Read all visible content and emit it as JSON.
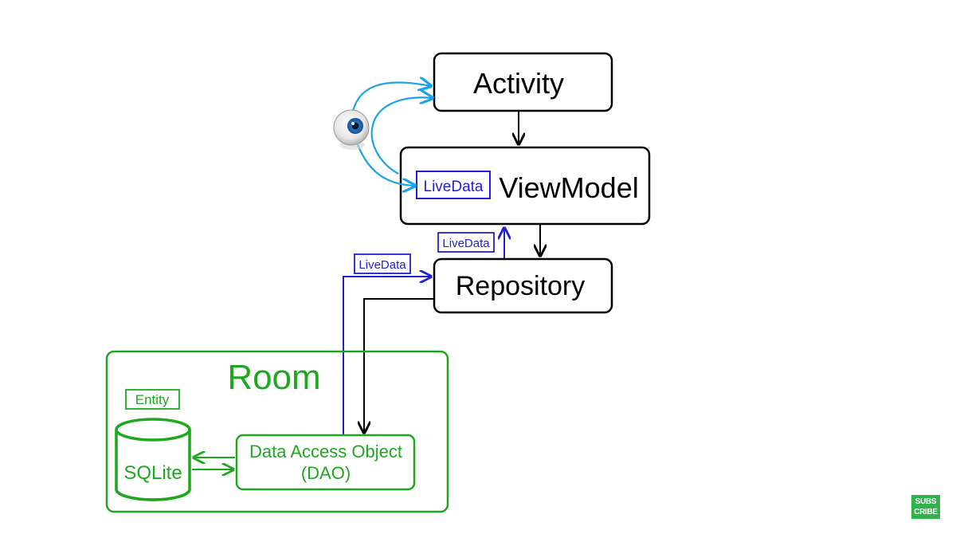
{
  "diagram": {
    "activity_label": "Activity",
    "viewmodel_label": "ViewModel",
    "repository_label": "Repository",
    "livedata_viewmodel_inner": "LiveData",
    "livedata_repo_to_vm": "LiveData",
    "livedata_dao_to_repo": "LiveData",
    "room_label": "Room",
    "entity_label": "Entity",
    "sqlite_label": "SQLite",
    "dao_label_line1": "Data Access Object",
    "dao_label_line2": "(DAO)"
  },
  "colors": {
    "black": "#000000",
    "livedata_blue": "#1f1fd6",
    "observer_blue": "#1aa3e8",
    "room_green": "#1fa81f"
  },
  "icons": {
    "observer": "eye-icon"
  },
  "badge": {
    "line1": "SUBS",
    "line2": "CRIBE"
  }
}
